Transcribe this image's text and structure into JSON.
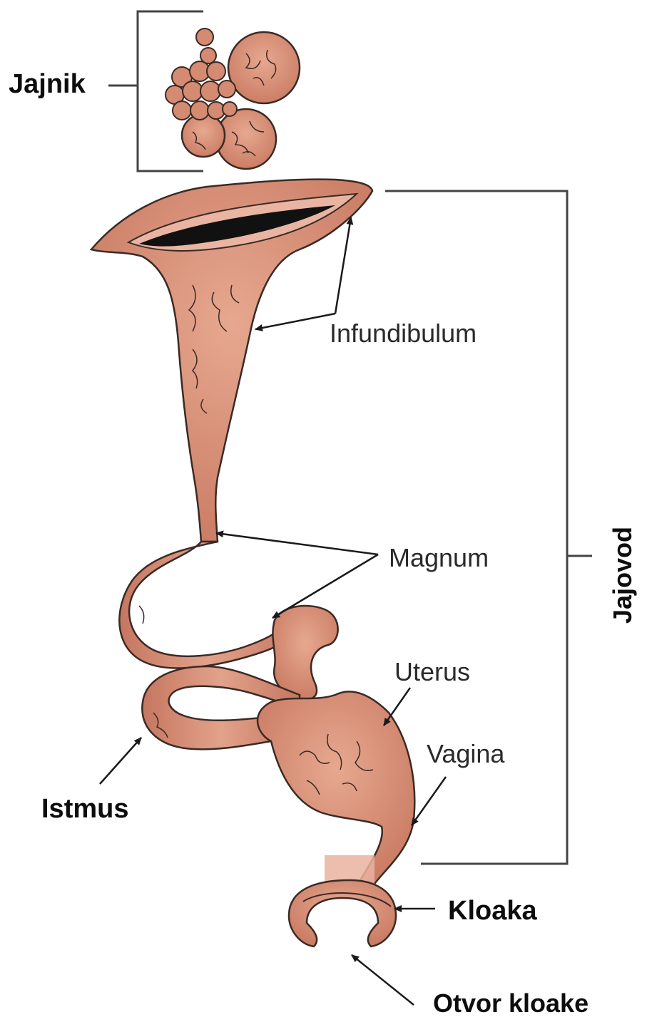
{
  "labels": {
    "jajnik": "Jajnik",
    "infundibulum": "Infundibulum",
    "magnum": "Magnum",
    "jajovod": "Jajovod",
    "uterus": "Uterus",
    "vagina": "Vagina",
    "istmus": "Istmus",
    "kloaka": "Kloaka",
    "otvor_kloake": "Otvor kloake"
  },
  "colors": {
    "tissue": "#d58a72",
    "tissue_dark": "#b56a55",
    "tissue_light": "#eab3a0",
    "outline": "#3a2a25",
    "lumen": "#111111",
    "line": "#444444"
  }
}
